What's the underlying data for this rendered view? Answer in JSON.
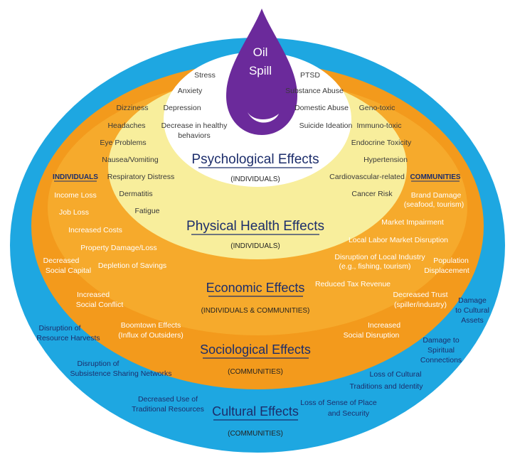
{
  "colors": {
    "cultural": "#1ea7e1",
    "sociological": "#f39a1c",
    "economic": "#f6aa2c",
    "physical": "#f8ee9c",
    "psychological": "#ffffff",
    "oil": "#6b2a9b",
    "heading": "#1c2d6b",
    "label_outer": "#1c2d6b",
    "label_inner": "#3a3a3a"
  },
  "oil_spill": {
    "line1": "Oil",
    "line2": "Spill"
  },
  "psychological": {
    "title": "Psychological Effects",
    "subtitle": "(INDIVIDUALS)",
    "left": [
      "Stress",
      "Anxiety",
      "Depression",
      "Decrease in healthy",
      "behaviors"
    ],
    "right": [
      "PTSD",
      "Substance Abuse",
      "Domestic Abuse",
      "Suicide Ideation"
    ]
  },
  "physical": {
    "title": "Physical Health Effects",
    "subtitle": "(INDIVIDUALS)",
    "left": [
      "Dizziness",
      "Headaches",
      "Eye Problems",
      "Nausea/Vomiting",
      "Respiratory Distress",
      "Dermatitis",
      "Fatigue"
    ],
    "right": [
      "Geno-toxic",
      "Immuno-toxic",
      "Endocrine Toxicity",
      "Hypertension",
      "Cardiovascular-related",
      "Cancer Risk"
    ]
  },
  "economic": {
    "title": "Economic Effects",
    "subtitle": "(INDIVIDUALS & COMMUNITIES)",
    "individuals_header": "INDIVIDUALS",
    "communities_header": "COMMUNITIES",
    "left": [
      "Income Loss",
      "Job Loss",
      "Increased Costs",
      "Property Damage/Loss",
      "Depletion of Savings"
    ],
    "right": [
      "Brand Damage",
      "(seafood, tourism)",
      "Market Impairment",
      "Local Labor Market Disruption",
      "Disruption of Local Industry",
      "(e.g., fishing, tourism)",
      "Reduced Tax Revenue"
    ]
  },
  "sociological": {
    "title": "Sociological Effects",
    "subtitle": "(COMMUNITIES)",
    "left": [
      "Decreased",
      "Social Capital",
      "Increased",
      "Social Conflict",
      "Boomtown Effects",
      "(Influx of Outsiders)"
    ],
    "right": [
      "Population",
      "Displacement",
      "Decreased Trust",
      "(spiller/industry)",
      "Increased",
      "Social Disruption"
    ]
  },
  "cultural": {
    "title": "Cultural Effects",
    "subtitle": "(COMMUNITIES)",
    "left": [
      "Disruption of",
      "Resource Harvests",
      "Disruption of",
      "Subsistence Sharing Networks",
      "Decreased Use of",
      "Traditional Resources"
    ],
    "right": [
      "Damage",
      "to Cultural",
      "Assets",
      "Damage to",
      "Spiritual",
      "Connections",
      "Loss of Cultural",
      "Traditions and Identity",
      "Loss of Sense of Place",
      "and Security"
    ]
  }
}
